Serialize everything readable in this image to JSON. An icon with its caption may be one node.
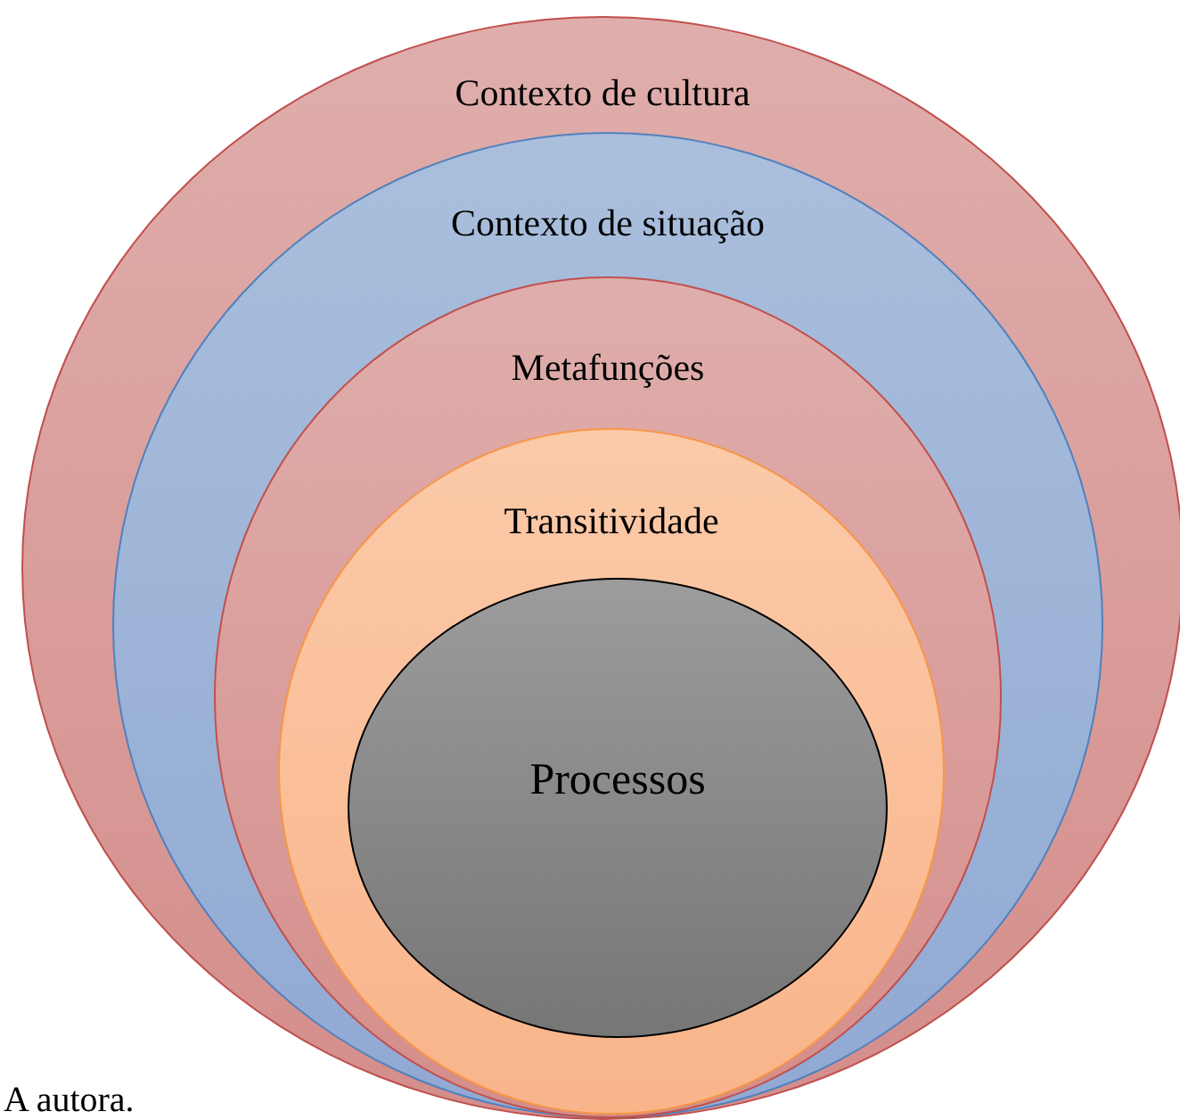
{
  "diagram": {
    "nodes": [
      {
        "text": [
          "Contexto de cultura"
        ]
      },
      {
        "text": [
          "Contexto de situação"
        ],
        "in": 0
      },
      {
        "text": [
          "Metafunções"
        ],
        "in": 1
      },
      {
        "text": [
          "Transitividade"
        ],
        "in": 2
      },
      {
        "text": [
          "Processos"
        ],
        "in": 3
      }
    ],
    "labels": [
      "A autora."
    ]
  }
}
